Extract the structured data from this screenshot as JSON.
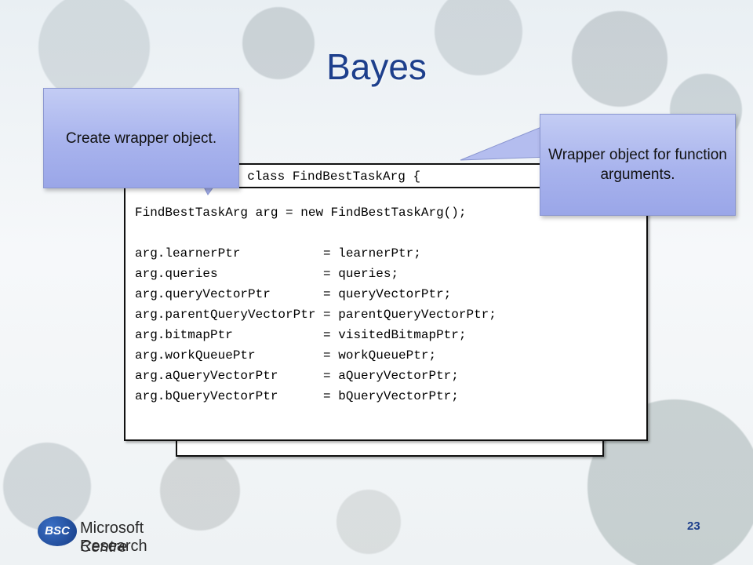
{
  "slide": {
    "title": "Bayes",
    "page_number": "23"
  },
  "code_back": {
    "first_line": "c class FindBestTaskArg {",
    "last_line": "}"
  },
  "code_front": {
    "lines": [
      "FindBestTaskArg arg = new FindBestTaskArg();",
      "",
      "arg.learnerPtr           = learnerPtr;",
      "arg.queries              = queries;",
      "arg.queryVectorPtr       = queryVectorPtr;",
      "arg.parentQueryVectorPtr = parentQueryVectorPtr;",
      "arg.bitmapPtr            = visitedBitmapPtr;",
      "arg.workQueuePtr         = workQueuePtr;",
      "arg.aQueryVectorPtr      = aQueryVectorPtr;",
      "arg.bQueryVectorPtr      = bQueryVectorPtr;"
    ]
  },
  "callouts": {
    "left": "Create wrapper object.",
    "right": "Wrapper object for function arguments."
  },
  "logo": {
    "badge": "BSC",
    "line1": "Microsoft Research",
    "line2": "Centre"
  },
  "colors": {
    "title": "#1d3f8c",
    "callout_fill": "#a8b3ed"
  }
}
